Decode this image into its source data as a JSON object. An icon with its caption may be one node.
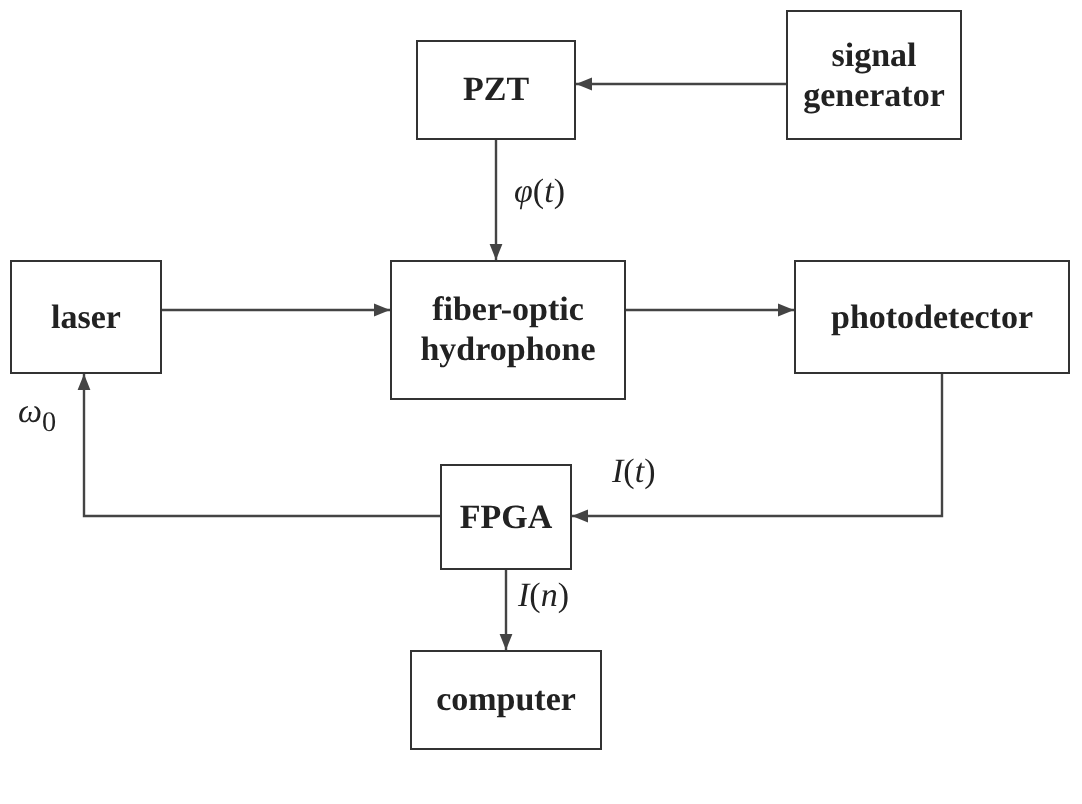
{
  "diagram": {
    "nodes": [
      {
        "text": [
          "PZT"
        ]
      },
      {
        "text": [
          "signal generator"
        ]
      },
      {
        "text": [
          "laser"
        ]
      },
      {
        "text": [
          "fiber-optic hydrophone"
        ]
      },
      {
        "text": [
          "photodetector"
        ]
      },
      {
        "text": [
          "FPGA"
        ]
      },
      {
        "text": [
          "computer"
        ]
      }
    ],
    "edges": [
      {
        "from": 1,
        "to": 0,
        "arrow": "to"
      },
      {
        "from": 0,
        "to": 3,
        "arrow": "to",
        "label": "*φ*(*t*)"
      },
      {
        "from": 2,
        "to": 3,
        "arrow": "to"
      },
      {
        "from": 3,
        "to": 4,
        "arrow": "to"
      },
      {
        "from": 4,
        "to": 5,
        "arrow": "to",
        "label": "*I*(*t*)"
      },
      {
        "from": 5,
        "to": 2,
        "arrow": "to",
        "label": "*ω*$_{0}$"
      },
      {
        "from": 5,
        "to": 6,
        "arrow": "to",
        "label": "*I*(*n*)"
      }
    ]
  }
}
